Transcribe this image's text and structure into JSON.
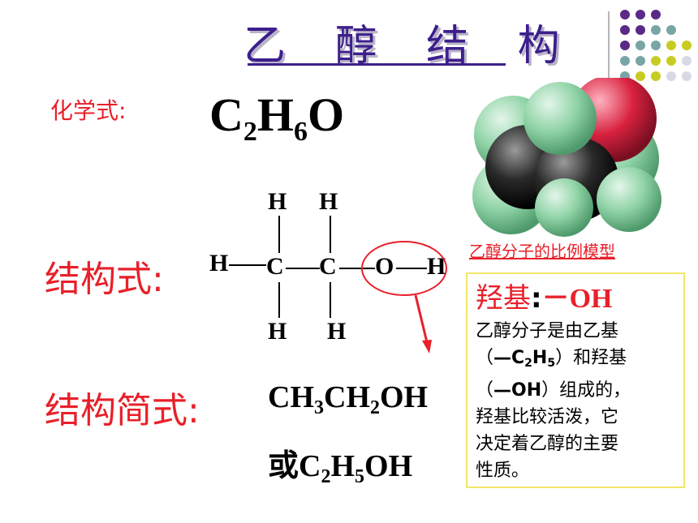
{
  "title": "乙 醇 结 构",
  "formula": {
    "label": "化学式:",
    "main": "C",
    "sub1": "2",
    "h": "H",
    "sub2": "6",
    "o": "O"
  },
  "structural": {
    "label": "结构式:",
    "atoms": {
      "h_top_1": "H",
      "h_top_2": "H",
      "h_left": "H",
      "c1": "C",
      "c2": "C",
      "o": "O",
      "h_right": "H",
      "h_bottom_1": "H",
      "h_bottom_2": "H"
    }
  },
  "condensed": {
    "label": "结构简式:",
    "line1": {
      "a": "CH",
      "s1": "3",
      "b": "CH",
      "s2": "2",
      "c": "OH"
    },
    "line2": {
      "prefix": "或",
      "a": "C",
      "s1": "2",
      "b": "H",
      "s2": "5",
      "c": "OH"
    }
  },
  "model_label": "乙醇分子的比例模型",
  "info": {
    "title": "羟基",
    "colon": ":",
    "group": "－OH",
    "line1": "乙醇分子是由乙基",
    "line2_open": "（",
    "line2_ethyl": "—C",
    "line2_s1": "2",
    "line2_h": "H",
    "line2_s2": "5",
    "line2_close": "）和羟基",
    "line3_open": "（",
    "line3_oh": "—OH",
    "line3_close": "）组成的，",
    "line4": "羟基比较活泼，它",
    "line5": "决定着乙醇的主要",
    "line6": "性质。"
  },
  "colors": {
    "title": "#3d1f8c",
    "accent_red": "#e8202a",
    "box_border": "#f2e56a",
    "dot_purple": "#5b2a86",
    "dot_teal": "#7aa5a5",
    "dot_yellow": "#c8cc22",
    "dot_light": "#d9d9e6",
    "oxygen": "#d8213f",
    "hydrogen": "#8fd3a6",
    "carbon": "#2a2a2a"
  },
  "icons": [
    "decorative-dot-grid",
    "molecule-model-icon"
  ]
}
